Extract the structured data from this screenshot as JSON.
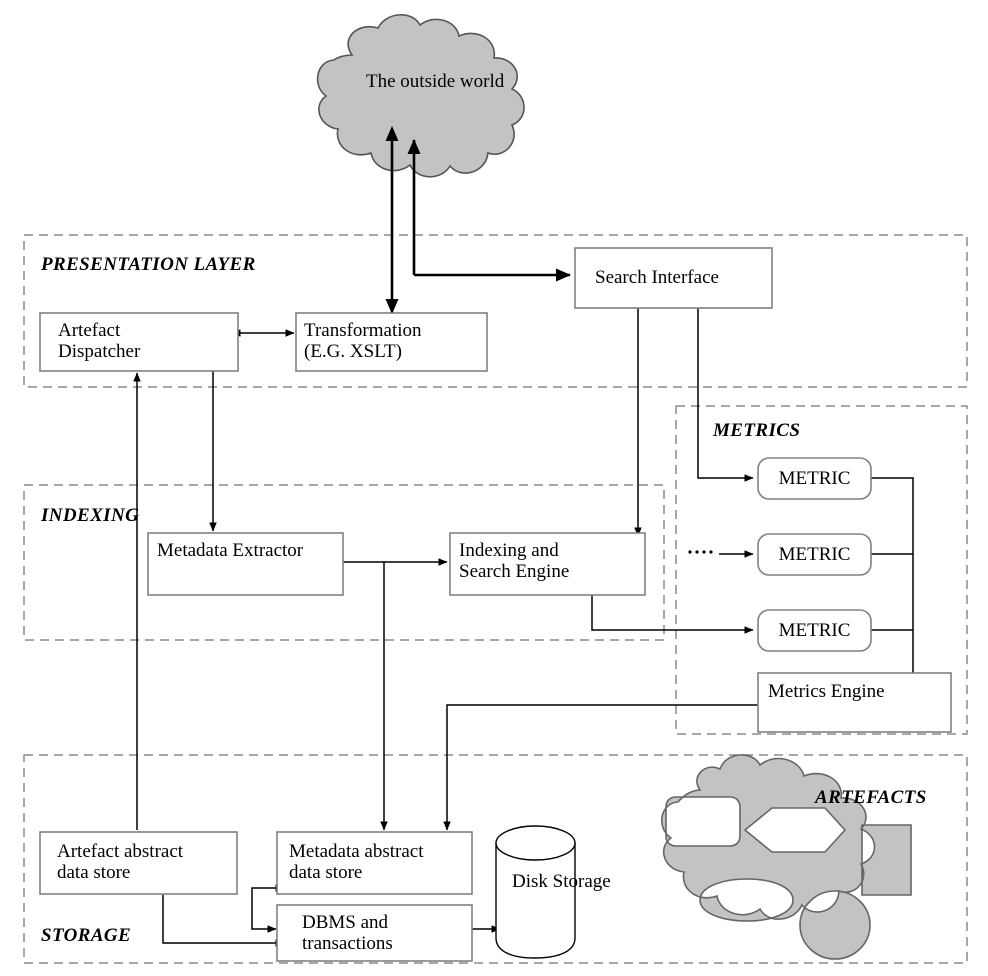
{
  "diagram": {
    "title": "System architecture layered diagram",
    "colors": {
      "blob_fill": "#c3c3c3",
      "blob_stroke": "#555555",
      "box_stroke": "#808080",
      "line": "#000000",
      "zone_dash": "#8c8c8c",
      "text": "#000000"
    }
  },
  "outside": {
    "cloud_label": "The outside world"
  },
  "zones": [
    {
      "id": "presentation",
      "label": "PRESENTATION LAYER"
    },
    {
      "id": "indexing",
      "label": "INDEXING"
    },
    {
      "id": "metrics",
      "label": "METRICS"
    },
    {
      "id": "storage",
      "label": "STORAGE"
    },
    {
      "id": "artefacts",
      "label": "ARTEFACTS"
    }
  ],
  "boxes": {
    "artefact_dispatcher": {
      "line1": "Artefact",
      "line2": "Dispatcher"
    },
    "transformation": {
      "line1": "Transformation",
      "line2": "(E.G. XSLT)"
    },
    "search_interface": {
      "label": "Search Interface"
    },
    "metadata_extractor": {
      "label": "Metadata Extractor"
    },
    "indexing_engine": {
      "line1": "Indexing and",
      "line2": "Search Engine"
    },
    "metrics_engine": {
      "label": "Metrics Engine"
    },
    "artefact_store": {
      "line1": "Artefact abstract",
      "line2": "data store"
    },
    "metadata_store": {
      "line1": "Metadata abstract",
      "line2": "data store"
    },
    "dbms": {
      "line1": "DBMS and",
      "line2": "transactions"
    },
    "disk_storage": {
      "label": "Disk Storage"
    }
  },
  "metrics_list": [
    {
      "label": "METRIC"
    },
    {
      "label": "METRIC"
    },
    {
      "label": "METRIC"
    }
  ],
  "metrics_ellipsis": "....",
  "chart_data": {
    "type": "diagram",
    "title": "Layered repository architecture",
    "nodes": [
      "The outside world",
      "Artefact Dispatcher",
      "Transformation (E.G. XSLT)",
      "Search Interface",
      "Metadata Extractor",
      "Indexing and Search Engine",
      "METRIC",
      "METRIC",
      "METRIC",
      "Metrics Engine",
      "Artefact abstract data store",
      "Metadata abstract data store",
      "DBMS and transactions",
      "Disk Storage"
    ],
    "edges": [
      {
        "from": "The outside world",
        "to": "Transformation (E.G. XSLT)",
        "dir": "both"
      },
      {
        "from": "The outside world",
        "to": "Search Interface",
        "dir": "to"
      },
      {
        "from": "Artefact Dispatcher",
        "to": "Transformation (E.G. XSLT)",
        "dir": "both"
      },
      {
        "from": "Artefact Dispatcher",
        "to": "Metadata Extractor",
        "dir": "to"
      },
      {
        "from": "Artefact abstract data store",
        "to": "Artefact Dispatcher",
        "dir": "to"
      },
      {
        "from": "Metadata Extractor",
        "to": "Indexing and Search Engine",
        "dir": "to"
      },
      {
        "from": "Metadata Extractor",
        "to": "Metadata abstract data store",
        "dir": "to"
      },
      {
        "from": "Search Interface",
        "to": "Indexing and Search Engine",
        "dir": "both"
      },
      {
        "from": "Search Interface",
        "to": "METRIC",
        "dir": "to"
      },
      {
        "from": "Indexing and Search Engine",
        "to": "METRIC",
        "dir": "to"
      },
      {
        "from": "METRIC",
        "to": "Metrics Engine",
        "dir": "bus"
      },
      {
        "from": "Metrics Engine",
        "to": "Metadata abstract data store",
        "dir": "to"
      },
      {
        "from": "Metadata abstract data store",
        "to": "DBMS and transactions",
        "dir": "both"
      },
      {
        "from": "DBMS and transactions",
        "to": "Artefact abstract data store",
        "dir": "to"
      },
      {
        "from": "DBMS and transactions",
        "to": "Disk Storage",
        "dir": "both"
      }
    ]
  }
}
